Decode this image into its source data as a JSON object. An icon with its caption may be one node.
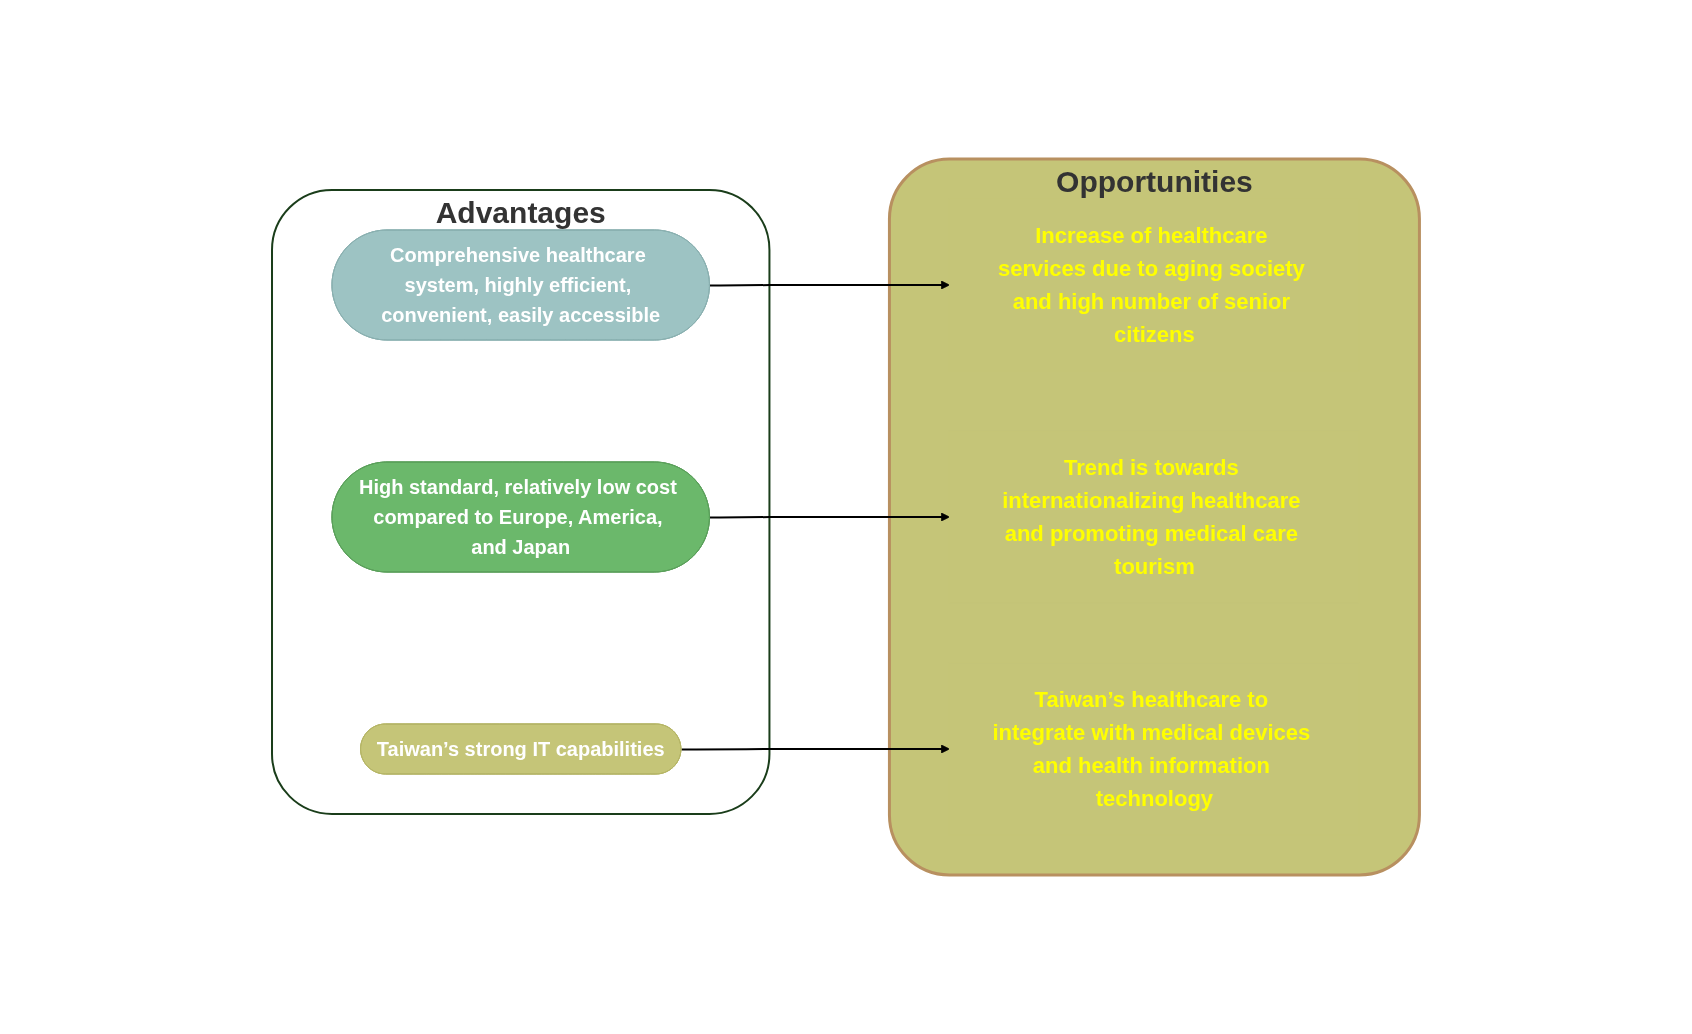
{
  "diagram": {
    "nodes": [
      {
        "text": [
          "Advantages"
        ]
      },
      {
        "text": [
          "Comprehensive healthcare system, highly efficient, convenient, easily accessible"
        ],
        "in": 0
      },
      {
        "text": [
          "High standard, relatively low cost compared to Europe, America, and Japan"
        ],
        "in": 0
      },
      {
        "text": [
          "Taiwan’s strong IT capabilities"
        ],
        "in": 0
      },
      {
        "text": [
          "Opportunities"
        ]
      },
      {
        "text": [
          "Increase of healthcare services due to aging society and high number of senior citizens"
        ],
        "in": 4
      },
      {
        "text": [
          "Trend is towards internationalizing healthcare and promoting medical care tourism"
        ],
        "in": 4
      },
      {
        "text": [
          "Taiwan’s healthcare to integrate with medical devices and health information technology"
        ],
        "in": 4
      }
    ],
    "edges": [
      {
        "from": 1,
        "to": 5,
        "arrow": "to"
      },
      {
        "from": 2,
        "to": 6,
        "arrow": "to"
      },
      {
        "from": 3,
        "to": 7,
        "arrow": "to"
      }
    ]
  }
}
